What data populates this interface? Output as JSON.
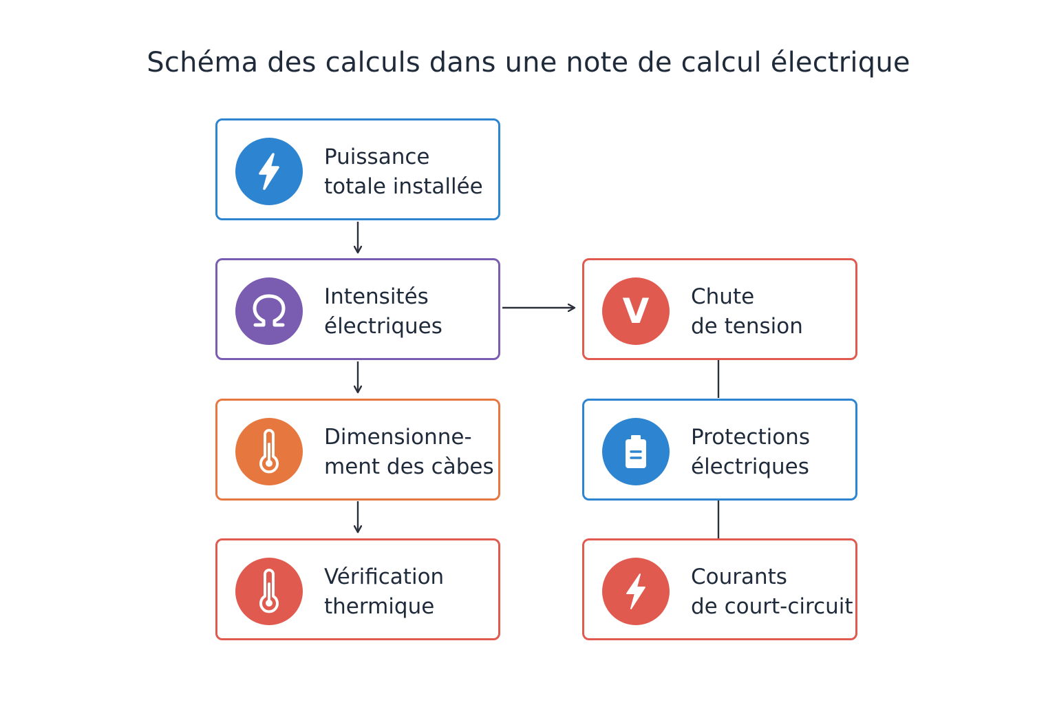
{
  "title": "Schéma des calculs dans une note de calcul électrique",
  "colors": {
    "blue": "#2d84d0",
    "purple": "#7a5cb0",
    "orange": "#e6773f",
    "red": "#e05a4f",
    "connector": "#2a2f3a",
    "text": "#1f2a3a"
  },
  "nodes": {
    "puissance": {
      "line1": "Puissance",
      "line2": "totale installée",
      "icon": "lightning-icon",
      "color": "blue"
    },
    "intensites": {
      "line1": "Intensités",
      "line2": "électriques",
      "icon": "omega-icon",
      "color": "purple"
    },
    "dimensionnement": {
      "line1": "Dimensionne-",
      "line2": "ment des càbes",
      "icon": "thermometer-icon",
      "color": "orange"
    },
    "verification": {
      "line1": "Vérification",
      "line2": "thermique",
      "icon": "thermometer-icon",
      "color": "red"
    },
    "chute": {
      "line1": "Chute",
      "line2": "de tension",
      "icon": "voltage-icon",
      "icon_text": "V",
      "color": "red"
    },
    "protections": {
      "line1": "Protections",
      "line2": "électriques",
      "icon": "battery-icon",
      "color": "blue"
    },
    "courants": {
      "line1": "Courants",
      "line2": "de court-circuit",
      "icon": "lightning-icon",
      "color": "red"
    }
  },
  "edges": [
    {
      "from": "puissance",
      "to": "intensites",
      "arrow": true
    },
    {
      "from": "intensites",
      "to": "dimensionnement",
      "arrow": true
    },
    {
      "from": "dimensionnement",
      "to": "verification",
      "arrow": true
    },
    {
      "from": "intensites",
      "to": "chute",
      "arrow": true
    },
    {
      "from": "chute",
      "to": "protections",
      "arrow": false
    },
    {
      "from": "protections",
      "to": "courants",
      "arrow": false
    }
  ]
}
